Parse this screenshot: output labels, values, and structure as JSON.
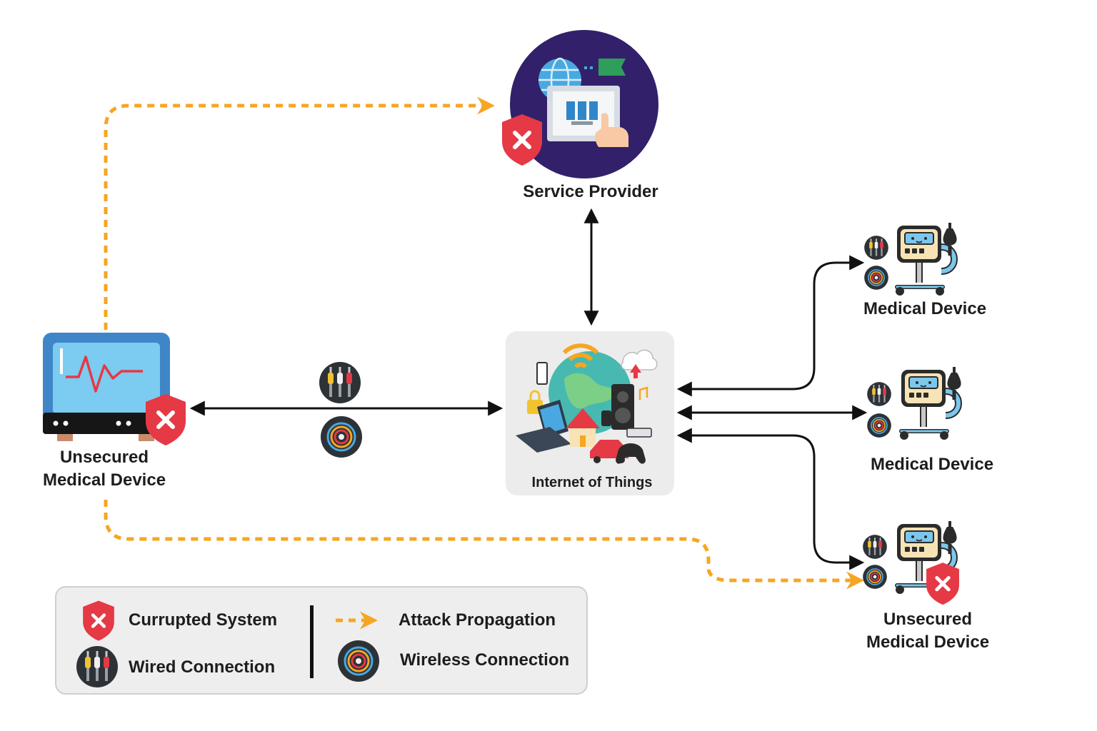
{
  "nodes": {
    "service_provider": {
      "label": "Service Provider"
    },
    "iot": {
      "label": "Internet of Things"
    },
    "unsecured_left": {
      "label_line1": "Unsecured",
      "label_line2": "Medical Device"
    },
    "device_top": {
      "label": "Medical Device"
    },
    "device_mid": {
      "label": "Medical Device"
    },
    "device_bottom": {
      "label_line1": "Unsecured",
      "label_line2": "Medical Device"
    }
  },
  "legend": {
    "corrupted": "Currupted System",
    "wired": "Wired Connection",
    "attack": "Attack Propagation",
    "wireless": "Wireless Connection"
  },
  "colors": {
    "attack": "#f5a623",
    "shield": "#e53945",
    "link": "#111111",
    "sp_circle": "#33206a",
    "iot_box": "#ececec",
    "legend_box": "#eeeeee"
  },
  "icons": [
    "shield-x-icon",
    "wired-connection-icon",
    "wireless-connection-icon",
    "medical-monitor-icon",
    "ventilator-icon",
    "globe-icon",
    "server-icon"
  ]
}
